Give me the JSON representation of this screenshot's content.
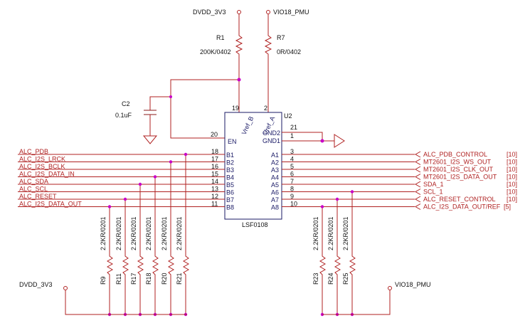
{
  "power": {
    "dvdd_top": "DVDD_3V3",
    "vio_top": "VIO18_PMU",
    "dvdd_bottom": "DVDD_3V3",
    "vio_bottom": "VIO18_PMU"
  },
  "resistors_top": [
    {
      "ref": "R1",
      "value": "200K/0402"
    },
    {
      "ref": "R7",
      "value": "0R/0402"
    }
  ],
  "capacitor": {
    "ref": "C2",
    "value": "0.1uF"
  },
  "chip": {
    "ref": "U2",
    "part": "LSF0108",
    "vref_b": "Vref_B",
    "vref_a": "Vref_A",
    "en": "EN",
    "gnd2": "GND2",
    "gnd1": "GND1",
    "pin_vref_b": "19",
    "pin_vref_a": "2",
    "pin_en": "20",
    "pin_gnd2": "21",
    "pin_gnd1": "1",
    "b_pins": [
      {
        "name": "B1",
        "num": "18"
      },
      {
        "name": "B2",
        "num": "17"
      },
      {
        "name": "B3",
        "num": "16"
      },
      {
        "name": "B4",
        "num": "15"
      },
      {
        "name": "B5",
        "num": "14"
      },
      {
        "name": "B6",
        "num": "13"
      },
      {
        "name": "B7",
        "num": "12"
      },
      {
        "name": "B8",
        "num": "11"
      }
    ],
    "a_pins": [
      {
        "name": "A1",
        "num": "3"
      },
      {
        "name": "A2",
        "num": "4"
      },
      {
        "name": "A3",
        "num": "5"
      },
      {
        "name": "A4",
        "num": "6"
      },
      {
        "name": "A5",
        "num": "7"
      },
      {
        "name": "A6",
        "num": "8"
      },
      {
        "name": "A7",
        "num": "9"
      },
      {
        "name": "A8",
        "num": "10"
      }
    ]
  },
  "left_nets": [
    "ALC_PDB",
    "ALC_I2S_LRCK",
    "ALC_I2S_BCLK",
    "ALC_I2S_DATA_IN",
    "ALC_SDA",
    "ALC_SCL",
    "ALC_RESET",
    "ALC_I2S_DATA_OUT"
  ],
  "right_nets": [
    {
      "name": "ALC_PDB_CONTROL",
      "ref": "[10]"
    },
    {
      "name": "MT2601_I2S_WS_OUT",
      "ref": "[10]"
    },
    {
      "name": "MT2601_I2S_CLK_OUT",
      "ref": "[10]"
    },
    {
      "name": "MT2601_I2S_DATA_OUT",
      "ref": "[10]"
    },
    {
      "name": "SDA_1",
      "ref": "[10]"
    },
    {
      "name": "SCL_1",
      "ref": "[10]"
    },
    {
      "name": "ALC_RESET_CONTROL",
      "ref": "[10]"
    },
    {
      "name": "ALC_I2S_DATA_OUT/REF",
      "ref": "[5]"
    }
  ],
  "pullups_left": [
    {
      "ref": "R9",
      "value": "2.2KR/0201"
    },
    {
      "ref": "R11",
      "value": "2.2KR/0201"
    },
    {
      "ref": "R17",
      "value": "2.2KR/0201"
    },
    {
      "ref": "R18",
      "value": "2.2KR/0201"
    },
    {
      "ref": "R20",
      "value": "2.2KR/0201"
    },
    {
      "ref": "R21",
      "value": "2.2KR/0201"
    }
  ],
  "pullups_right": [
    {
      "ref": "R23",
      "value": "2.2KR/0201"
    },
    {
      "ref": "R24",
      "value": "2.2KR/0201"
    },
    {
      "ref": "R25",
      "value": "2.2KR/0201"
    }
  ]
}
